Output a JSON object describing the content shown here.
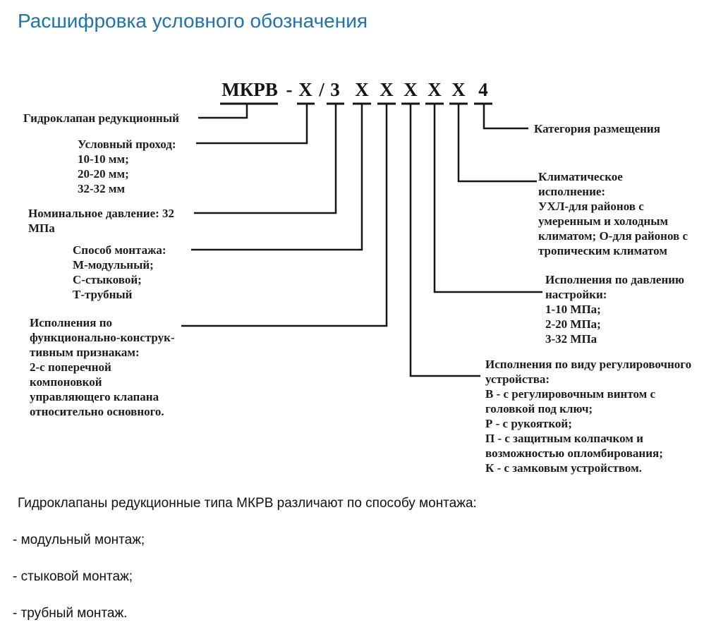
{
  "title": "Расшифровка условного обозначения",
  "colors": {
    "title_blue": "#2173a8",
    "diagram_line": "#151515",
    "text": "#111111"
  },
  "code": {
    "model": "МКРВ",
    "dash": "-",
    "slash": "/",
    "bore": "Х",
    "pressure": "3",
    "mounting": "Х",
    "functional": "Х",
    "regulator": "Х",
    "setting_pressure": "Х",
    "climatic": "Х",
    "placement": "4"
  },
  "labels": {
    "product": "Гидроклапан редукционный",
    "bore": "Условный проход:\n10-10 мм;\n20-20 мм;\n32-32 мм",
    "pressure": "Номинальное давление: 32\nМПа",
    "mounting": "Способ монтажа:\nМ-модульный;\nС-стыковой;\nТ-трубный",
    "functional": "Исполнения по\nфункционально-конструк-\nтивным признакам:\n2-с поперечной\nкомпоновкой\nуправляющего клапана\nотносительно основного.",
    "placement": "Категория размещения",
    "climatic": "Климатическое\nисполнение:\nУХЛ-для районов с\nумеренным и холодным\nклиматом; О-для районов с\nтропическим климатом",
    "setting_pressure": "Исполнения по давлению\nнастройки:\n1-10 МПа;\n2-20 МПа;\n3-32 МПа",
    "regulator": "Исполнения по виду регулировочного\nустройства:\nВ - с регулировочным винтом с\nголовкой под ключ;\nР - с рукояткой;\nП - с защитным колпачком и\nвозможностью опломбирования;\nК - с замковым устройством."
  },
  "footer": {
    "intro": "Гидроклапаны редукционные типа МКРВ различают по способу монтажа:",
    "items": [
      "- модульный монтаж;",
      "- стыковой монтаж;",
      "- трубный монтаж."
    ]
  }
}
